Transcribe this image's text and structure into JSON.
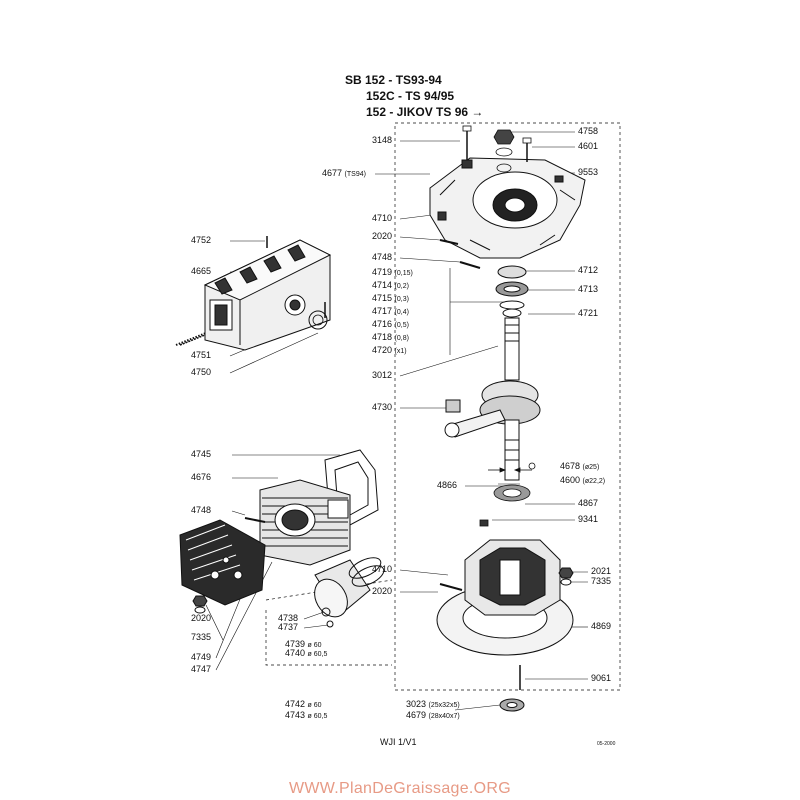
{
  "header": {
    "line1": "SB 152 - TS93-94",
    "line2": "152C - TS 94/95",
    "line3": "152 - JIKOV TS 96 →"
  },
  "parts": {
    "p3148": "3148",
    "p4758": "4758",
    "p4601": "4601",
    "p9553": "9553",
    "p4677": "4677",
    "p4677_note": "(TS94)",
    "p4710a": "4710",
    "p2020a": "2020",
    "p4748a": "4748",
    "p4719": "4719",
    "p4719_note": "(0,15)",
    "p4714": "4714",
    "p4714_note": "(0,2)",
    "p4715": "4715",
    "p4715_note": "(0,3)",
    "p4717": "4717",
    "p4717_note": "(0,4)",
    "p4716": "4716",
    "p4716_note": "(0,5)",
    "p4718": "4718",
    "p4718_note": "(0,8)",
    "p4720": "4720",
    "p4720_note": "(x1)",
    "p4712": "4712",
    "p4713": "4713",
    "p4721": "4721",
    "p3012": "3012",
    "p4730": "4730",
    "p4678": "4678",
    "p4678_note": "(ø25)",
    "p4600": "4600",
    "p4600_note": "(ø22,2)",
    "p4866": "4866",
    "p4867": "4867",
    "p9341": "9341",
    "p4710b": "4710",
    "p2020b": "2020",
    "p2021": "2021",
    "p7335b": "7335",
    "p4869": "4869",
    "p9061": "9061",
    "p3023": "3023",
    "p3023_note": "(25x32x5)",
    "p4679": "4679",
    "p4679_note": "(28x40x7)",
    "p4752": "4752",
    "p4665": "4665",
    "p4751": "4751",
    "p4750": "4750",
    "p4745": "4745",
    "p4676": "4676",
    "p4748b": "4748",
    "p2020c": "2020",
    "p7335a": "7335",
    "p4749": "4749",
    "p4747": "4747",
    "p4738": "4738",
    "p4737": "4737",
    "p4739": "4739",
    "p4739_note": "ø 60",
    "p4740": "4740",
    "p4740_note": "ø 60,5",
    "p4742": "4742",
    "p4742_note": "ø 60",
    "p4743": "4743",
    "p4743_note": "ø 60,5"
  },
  "footer": {
    "code": "WJI 1/V1",
    "date": "05-2000",
    "watermark": "WWW.PlanDeGraissage.ORG"
  },
  "colors": {
    "ink": "#111111",
    "watermark": "#e79a85"
  }
}
